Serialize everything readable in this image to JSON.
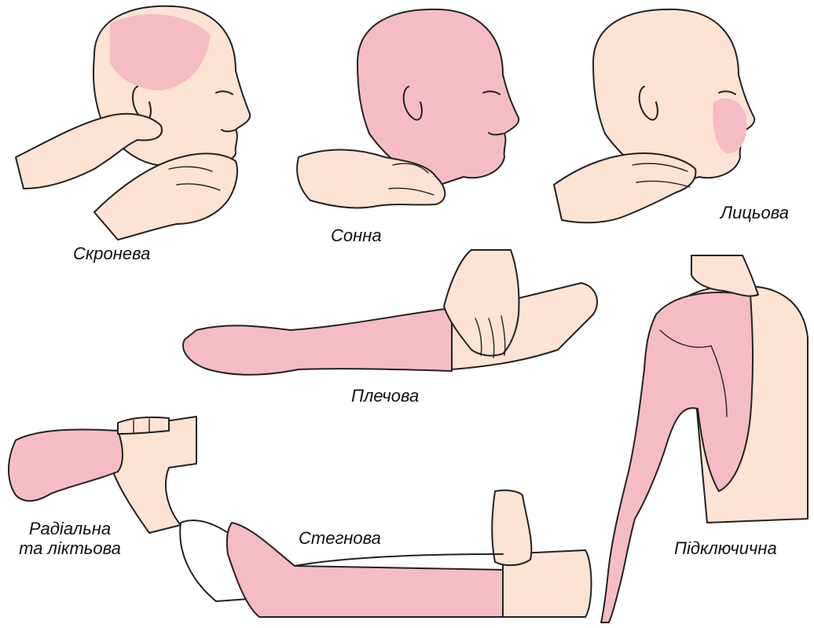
{
  "labels": {
    "temporal": "Скронева",
    "carotid": "Сонна",
    "facial": "Лицьова",
    "brachial": "Плечова",
    "radial_line1": "Радіальна",
    "radial_line2": "та ліктьова",
    "femoral": "Стегнова",
    "subclavian": "Підключична"
  },
  "colors": {
    "skin": "#fde3d3",
    "highlight": "#f6bcc4",
    "outline": "#222222"
  }
}
